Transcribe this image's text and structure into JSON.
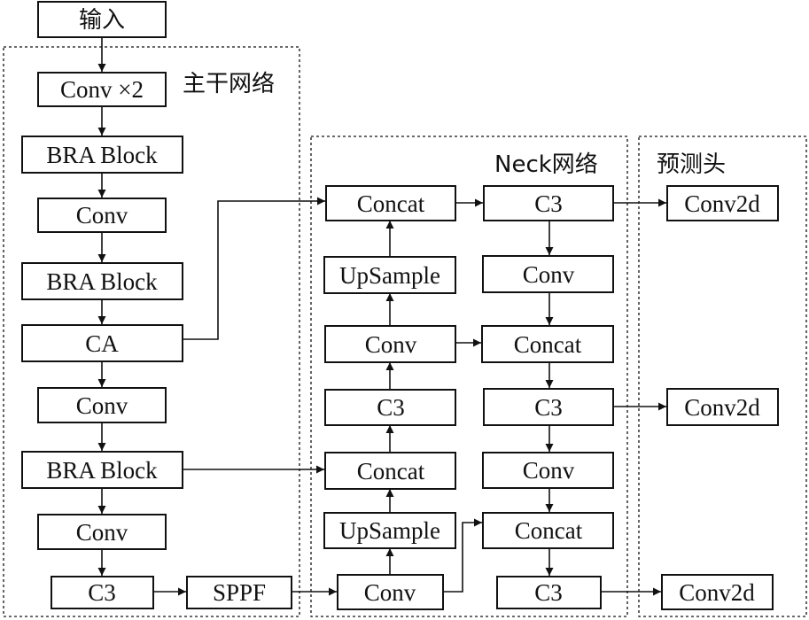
{
  "groups": {
    "backbone": "主干网络",
    "neck": "Neck网络",
    "head": "预测头"
  },
  "nodes": {
    "input": "输入",
    "b_conv_x2": "Conv ×2",
    "b_bra1": "BRA Block",
    "b_conv1": "Conv",
    "b_bra2": "BRA Block",
    "b_ca": "CA",
    "b_conv2": "Conv",
    "b_bra3": "BRA Block",
    "b_conv3": "Conv",
    "b_c3": "C3",
    "b_sppf": "SPPF",
    "n1_concat_top": "Concat",
    "n1_upsample_top": "UpSample",
    "n1_conv_mid": "Conv",
    "n1_c3": "C3",
    "n1_concat_bottom": "Concat",
    "n1_upsample_bottom": "UpSample",
    "n1_conv_bottom": "Conv",
    "n2_c3_top": "C3",
    "n2_conv_top": "Conv",
    "n2_concat_mid": "Concat",
    "n2_c3_mid": "C3",
    "n2_conv_mid": "Conv",
    "n2_concat_bottom": "Concat",
    "n2_c3_bottom": "C3",
    "h_conv2d_top": "Conv2d",
    "h_conv2d_mid": "Conv2d",
    "h_conv2d_bottom": "Conv2d"
  }
}
